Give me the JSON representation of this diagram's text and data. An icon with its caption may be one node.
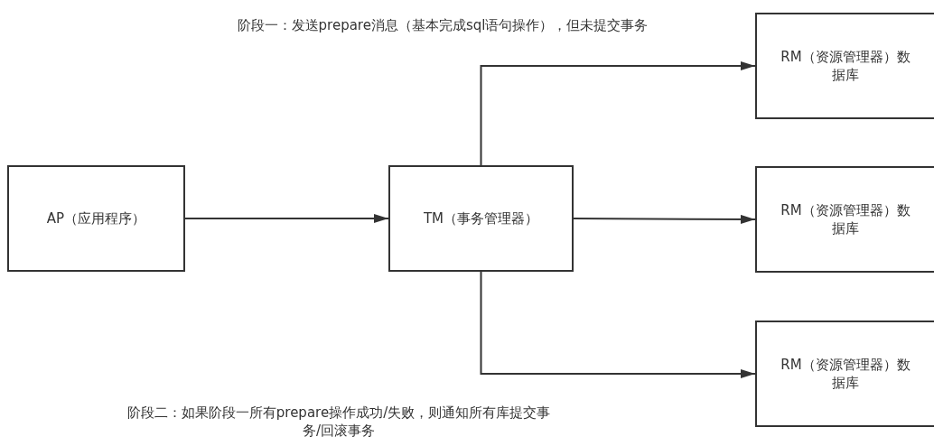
{
  "diagram": {
    "nodes": [
      {
        "text": [
          "AP（应用程序）"
        ]
      },
      {
        "text": [
          "TM（事务管理器）"
        ]
      },
      {
        "text": [
          "RM（资源管理器）数据库"
        ]
      },
      {
        "text": [
          "RM（资源管理器）数据库"
        ]
      },
      {
        "text": [
          "RM（资源管理器）数据库"
        ]
      }
    ],
    "edges": [
      {
        "from": 0,
        "to": 1,
        "arrow": "to"
      },
      {
        "from": 1,
        "to": 2,
        "arrow": "to"
      },
      {
        "from": 1,
        "to": 3,
        "arrow": "to"
      },
      {
        "from": 1,
        "to": 4,
        "arrow": "to"
      }
    ],
    "labels": [
      "阶段一：发送prepare消息（基本完成sql语句操作），但未提交事务",
      "阶段二：如果阶段一所有prepare操作成功/失败，则通知所有库提交事务/回滚事务"
    ]
  }
}
